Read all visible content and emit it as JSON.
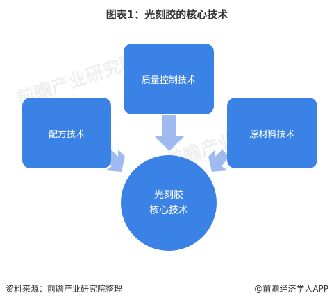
{
  "title": "图表1：光刻胶的核心技术",
  "nodes": {
    "top": "质量控制技术",
    "left": "配方技术",
    "right": "原材料技术",
    "center_line1": "光刻胶",
    "center_line2": "核心技术"
  },
  "watermark": "前瞻产业研究院",
  "footer": {
    "source": "资料来源：前瞻产业研究院整理",
    "brand": "@前瞻经济学人APP"
  },
  "colors": {
    "node": "#3b82e6",
    "arrow": "#9fbaf0"
  }
}
